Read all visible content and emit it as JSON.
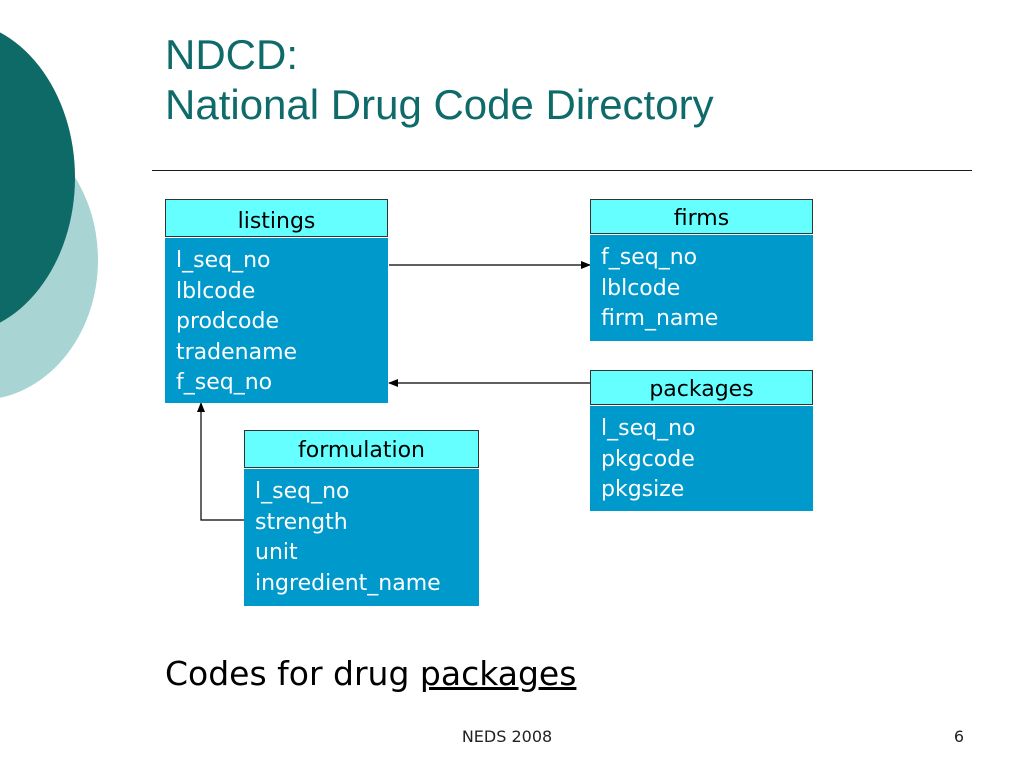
{
  "colors": {
    "title": "#0f6a6a",
    "entity_header_fill": "#66ffff",
    "entity_body_fill": "#0099cc",
    "entity_body_text": "#ffffff",
    "deco_dark": "#0e6a66",
    "deco_light": "#a8d4d4"
  },
  "title": {
    "line1": "NDCD:",
    "line2": "National Drug Code Directory"
  },
  "entities": {
    "listings": {
      "name": "listings",
      "fields": [
        "l_seq_no",
        "lblcode",
        "prodcode",
        "tradename",
        "f_seq_no"
      ]
    },
    "firms": {
      "name": "firms",
      "fields": [
        "f_seq_no",
        "lblcode",
        "firm_name"
      ]
    },
    "packages": {
      "name": "packages",
      "fields": [
        "l_seq_no",
        "pkgcode",
        "pkgsize"
      ]
    },
    "formulation": {
      "name": "formulation",
      "fields": [
        "l_seq_no",
        "strength",
        "unit",
        "ingredient_name"
      ]
    }
  },
  "relationships": [
    {
      "from": "listings",
      "to": "firms"
    },
    {
      "from": "packages",
      "to": "listings"
    },
    {
      "from": "formulation",
      "to": "listings"
    }
  ],
  "caption": {
    "prefix": "Codes for drug ",
    "emphasis": "packages"
  },
  "footer": {
    "center": "NEDS 2008",
    "page_number": "6"
  }
}
